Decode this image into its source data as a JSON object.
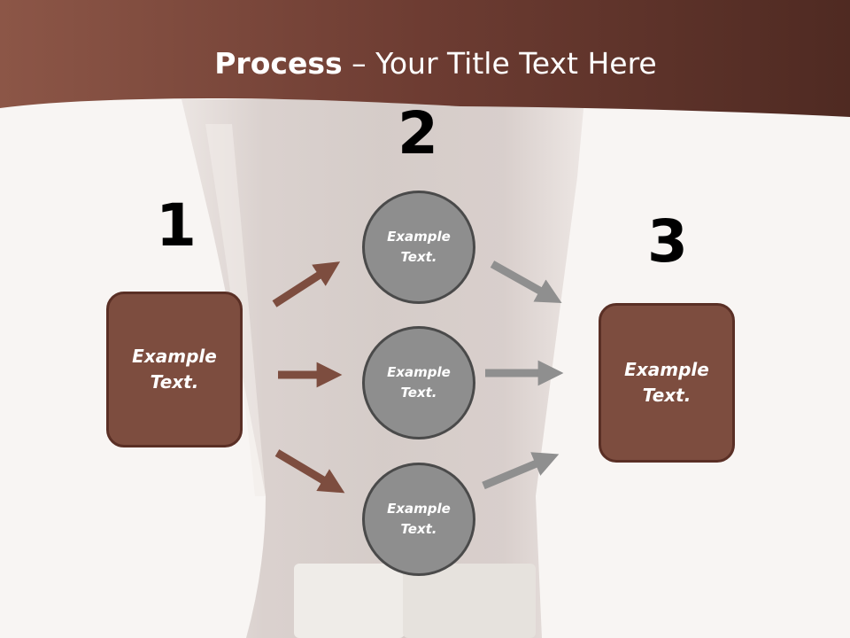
{
  "title": {
    "bold": "Process",
    "rest": " – Your Title Text Here"
  },
  "steps": {
    "one": {
      "number": "1",
      "box_text": "Example\nText."
    },
    "two": {
      "number": "2",
      "circles": [
        {
          "text": "Example\nText."
        },
        {
          "text": "Example\nText."
        },
        {
          "text": "Example\nText."
        }
      ]
    },
    "three": {
      "number": "3",
      "box_text": "Example\nText."
    }
  },
  "colors": {
    "header": "#6f3f35",
    "box_fill": "#7d4d3f",
    "box_border": "#5a2f25",
    "circle_fill": "#8e8e8e",
    "brown_arrow": "#7d4d3f",
    "gray_arrow": "#8f8f8f"
  }
}
